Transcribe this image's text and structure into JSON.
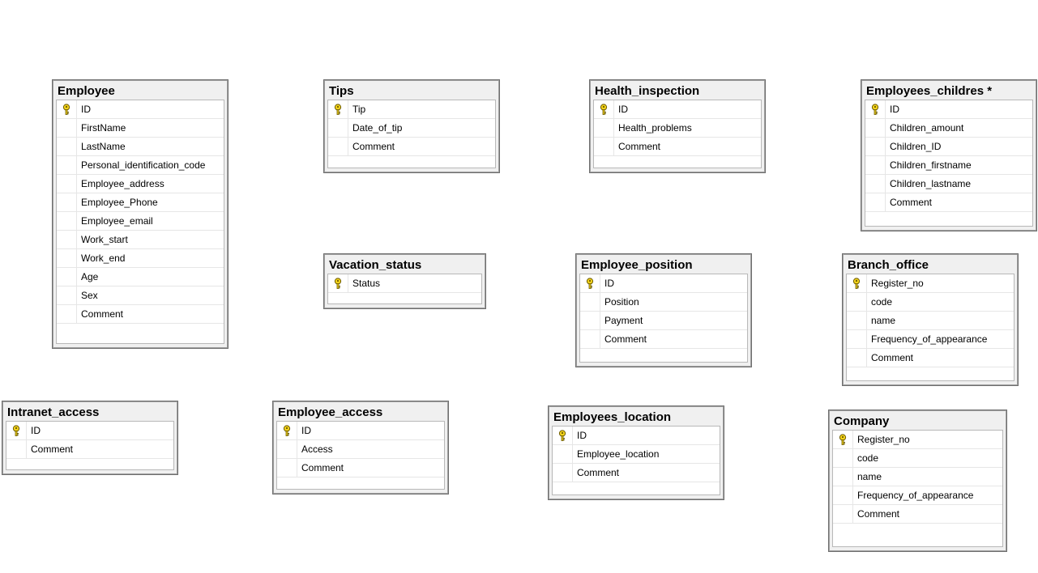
{
  "tables": [
    {
      "name": "Employee",
      "columns": [
        {
          "name": "ID",
          "pk": true
        },
        {
          "name": "FirstName"
        },
        {
          "name": "LastName"
        },
        {
          "name": "Personal_identification_code"
        },
        {
          "name": "Employee_address"
        },
        {
          "name": "Employee_Phone"
        },
        {
          "name": "Employee_email"
        },
        {
          "name": "Work_start"
        },
        {
          "name": "Work_end"
        },
        {
          "name": "Age"
        },
        {
          "name": "Sex"
        },
        {
          "name": "Comment"
        }
      ]
    },
    {
      "name": "Tips",
      "columns": [
        {
          "name": "Tip",
          "pk": true
        },
        {
          "name": "Date_of_tip"
        },
        {
          "name": "Comment"
        }
      ]
    },
    {
      "name": "Health_inspection",
      "columns": [
        {
          "name": "ID",
          "pk": true
        },
        {
          "name": "Health_problems"
        },
        {
          "name": "Comment"
        }
      ]
    },
    {
      "name": "Employees_childres *",
      "columns": [
        {
          "name": "ID",
          "pk": true
        },
        {
          "name": "Children_amount"
        },
        {
          "name": "Children_ID"
        },
        {
          "name": "Children_firstname"
        },
        {
          "name": "Children_lastname"
        },
        {
          "name": "Comment"
        }
      ]
    },
    {
      "name": "Vacation_status",
      "columns": [
        {
          "name": "Status",
          "pk": true
        }
      ]
    },
    {
      "name": "Employee_position",
      "columns": [
        {
          "name": "ID",
          "pk": true
        },
        {
          "name": "Position"
        },
        {
          "name": "Payment"
        },
        {
          "name": "Comment"
        }
      ]
    },
    {
      "name": "Branch_office",
      "columns": [
        {
          "name": "Register_no",
          "pk": true
        },
        {
          "name": "code"
        },
        {
          "name": "name"
        },
        {
          "name": "Frequency_of_appearance"
        },
        {
          "name": "Comment"
        }
      ]
    },
    {
      "name": "Intranet_access",
      "columns": [
        {
          "name": "ID",
          "pk": true
        },
        {
          "name": "Comment"
        }
      ]
    },
    {
      "name": "Employee_access",
      "columns": [
        {
          "name": "ID",
          "pk": true
        },
        {
          "name": "Access"
        },
        {
          "name": "Comment"
        }
      ]
    },
    {
      "name": "Employees_location",
      "columns": [
        {
          "name": "ID",
          "pk": true
        },
        {
          "name": "Employee_location"
        },
        {
          "name": "Comment"
        }
      ]
    },
    {
      "name": "Company",
      "columns": [
        {
          "name": "Register_no",
          "pk": true
        },
        {
          "name": "code"
        },
        {
          "name": "name"
        },
        {
          "name": "Frequency_of_appearance"
        },
        {
          "name": "Comment"
        }
      ]
    }
  ]
}
